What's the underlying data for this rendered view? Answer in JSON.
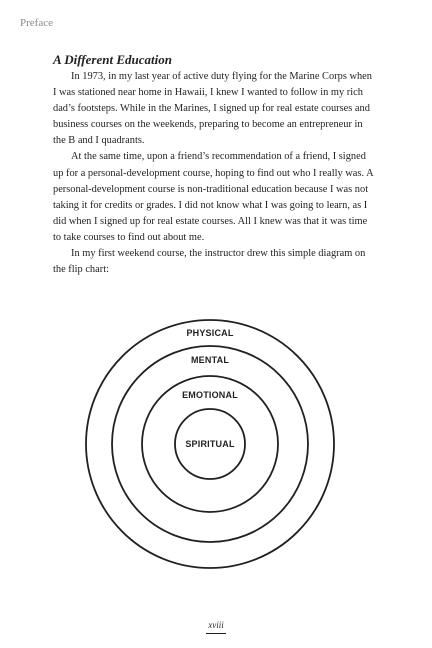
{
  "header": {
    "running_head": "Preface"
  },
  "section": {
    "title": "A Different Education",
    "paragraphs": [
      "In 1973, in my last year of active duty flying for the Marine Corps when I was stationed near home in Hawaii, I knew I wanted to follow in my rich dad’s footsteps. While in the Marines, I signed up for real estate courses and business courses on the weekends, preparing to become an entrepreneur in the B and I quadrants.",
      "At the same time, upon a friend’s recommendation of a friend, I signed up for a personal-development course, hoping to find out who I really was. A personal-development course is non-traditional education because I was not taking it for credits or grades. I did not know what I was going to learn, as I did when I signed up for real estate courses. All I knew was that it was time to take courses to find out about me.",
      "In my first weekend course, the instructor drew this simple diagram on the flip chart:"
    ]
  },
  "diagram": {
    "rings": [
      "PHYSICAL",
      "MENTAL",
      "EMOTIONAL",
      "SPIRITUAL"
    ]
  },
  "footer": {
    "page_number": "xviii"
  }
}
